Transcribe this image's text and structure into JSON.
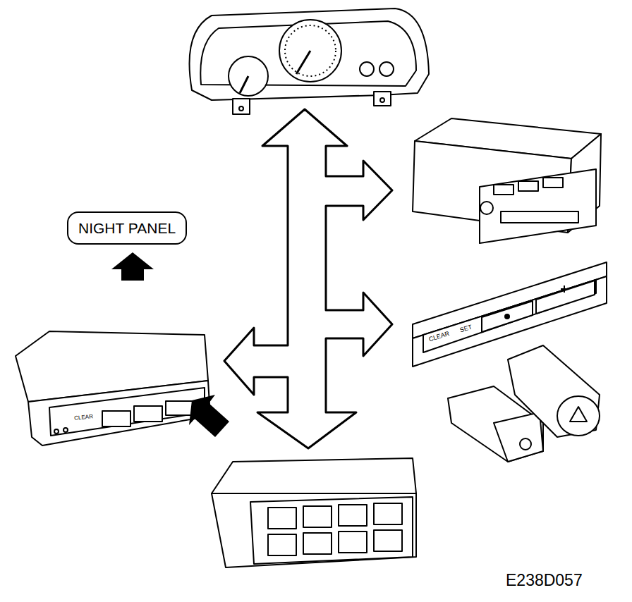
{
  "diagram": {
    "nodes": [
      {
        "text": [
          "NIGHT PANEL"
        ]
      }
    ],
    "labels": [
      "CLEAR",
      "CLEAR",
      "SET",
      "E238D057"
    ]
  }
}
